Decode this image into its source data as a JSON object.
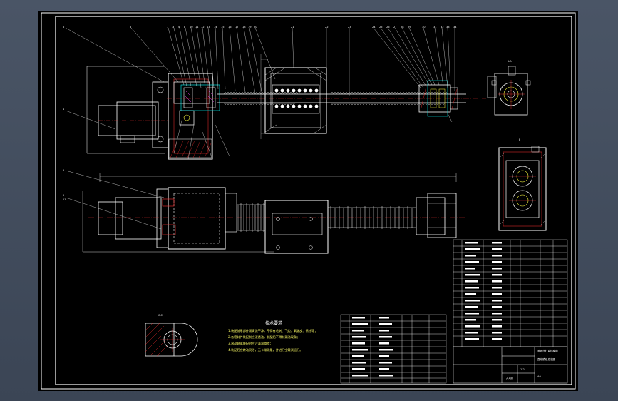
{
  "drawing": {
    "tech_requirements": {
      "title": "技术要求",
      "lines": [
        "1.装配前零部件须清洗干净，不得有毛刺、飞边、氧化皮、锈蚀等；",
        "2.各密封件装配前应浸透油，装配后不得有漏油现象；",
        "3.滚动轴承装配时应注满润滑脂；",
        "4.装配后应转动灵活，无卡滞现象，并进行空载试运行。"
      ]
    },
    "views": {
      "section_a": "A-A",
      "view_b": "B",
      "view_c": "C-C"
    },
    "title_block": {
      "name": "直线模组总装图",
      "subtitle": "滚珠丝杠直线模组",
      "scale": "1:2",
      "sheet": "A0",
      "weight": "共1张"
    }
  },
  "colors": {
    "sheet_bg": "#000000",
    "line_white": "#ffffff",
    "line_red": "#ff3030",
    "line_cyan": "#00e0e0",
    "line_yellow": "#ffff40",
    "line_green": "#40ff40",
    "line_magenta": "#ff40ff"
  }
}
